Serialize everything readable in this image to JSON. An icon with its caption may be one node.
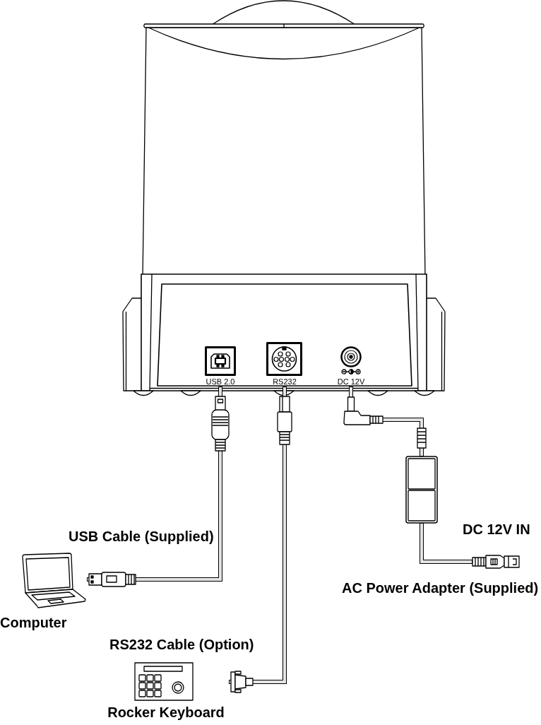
{
  "diagram": {
    "nodes": [
      {
        "text": [
          "USB 2.0"
        ]
      },
      {
        "text": [
          "RS232"
        ]
      },
      {
        "text": [
          "DC 12V"
        ]
      },
      {
        "text": [],
        "shape": "box"
      },
      {
        "text": [],
        "shape": "picture"
      },
      {
        "text": [
          "Computer"
        ]
      },
      {
        "text": [
          "Rocker Keyboard"
        ]
      }
    ],
    "edges": [
      {
        "from": 0,
        "to": 5,
        "arrow": "none",
        "label": "USB Cable (Supplied)"
      },
      {
        "from": 1,
        "to": 6,
        "arrow": "none",
        "label": "RS232 Cable (Option)"
      },
      {
        "from": 2,
        "to": 3,
        "arrow": "none"
      },
      {
        "from": 3,
        "to": 4,
        "arrow": "none"
      }
    ],
    "labels": [
      "DC 12V IN",
      "AC Power Adapter (Supplied)"
    ]
  }
}
